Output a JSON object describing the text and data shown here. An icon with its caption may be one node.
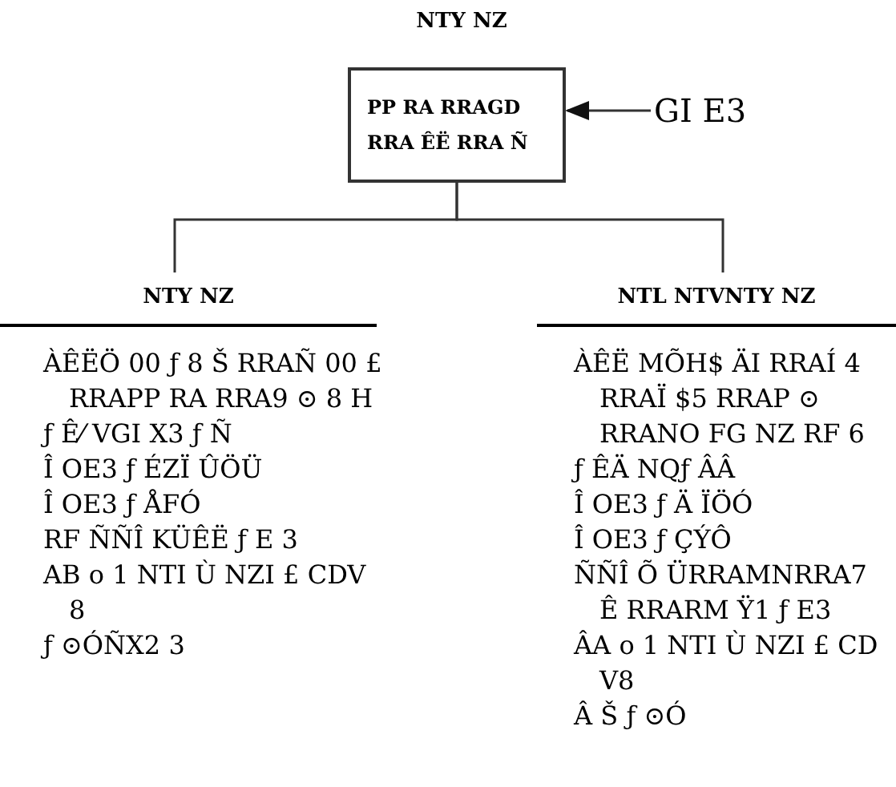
{
  "diagram": {
    "title": "NTY NZ",
    "nodes": [
      {
        "text": [
          "PP RA RRAGD RRA ÊË RRA Ñ"
        ]
      },
      {
        "text": [
          "GI E3"
        ]
      },
      {
        "text": [
          "NTY NZ"
        ]
      },
      {
        "text": [
          "NTL NTVNTY NZ"
        ]
      }
    ],
    "edges": [
      {
        "from": 1,
        "to": 0,
        "arrow": "to"
      },
      {
        "from": 0,
        "to": 2,
        "arrow": "none"
      },
      {
        "from": 0,
        "to": 3,
        "arrow": "none"
      }
    ],
    "labels": [
      "ÀÊËÖ 00 ƒ 8 Š RRAÑ 00 £ RRAPP RA RRA9 ⊙ 8 H",
      "ƒ Ê⁄ VGI X3 ƒ Ñ",
      "Î OE3 ƒ ÉZÏ ÛÖÜ",
      "Î OE3 ƒ ÅFÓ",
      "RF ÑÑÎ KÜÊË ƒ E 3",
      "AB o 1 NTI Ù NZI £ CDV 8",
      "ƒ ⊙ÓÑX2 3",
      "ÀÊË MÕH$ ÄI RRAÍ 4 RRAÏ $5 RRAP ⊙ RRANO FG NZ RF 6",
      "ƒ ÊÄ NQƒ ÂÂ",
      "Î OE3 ƒ Ä ÏÖÓ",
      "Î OE3 ƒ ÇÝÔ",
      "ÑÑÎ Õ ÜRRAMNRRA7 Ê RRARM Ÿ1 ƒ E3",
      "ÂA o 1 NTI Ù NZI £ CD V8",
      "Â Š ƒ ⊙Ó"
    ]
  }
}
